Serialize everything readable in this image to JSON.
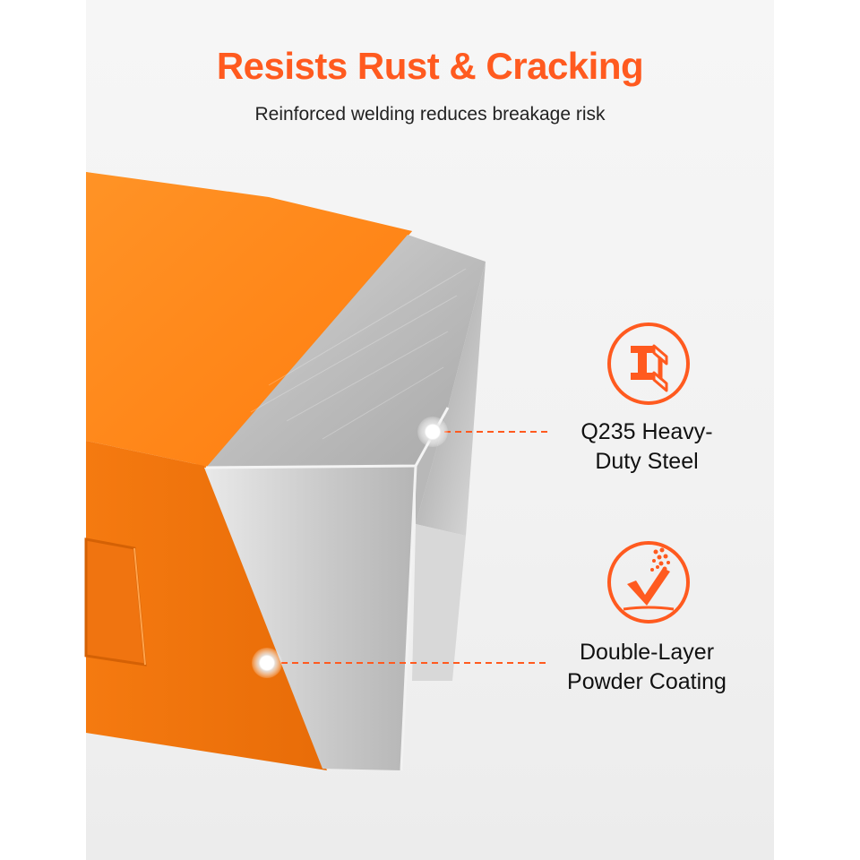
{
  "header": {
    "title": "Resists Rust & Cracking",
    "subtitle": "Reinforced welding reduces breakage risk"
  },
  "features": [
    {
      "icon": "steel-i-beam-icon",
      "line1": "Q235 Heavy-",
      "line2": "Duty Steel"
    },
    {
      "icon": "powder-coating-icon",
      "line1": "Double-Layer",
      "line2": "Powder Coating"
    }
  ],
  "colors": {
    "accent": "#ff5a1f",
    "tube_orange": "#ff8a1a",
    "steel": "#c9c9c9"
  }
}
